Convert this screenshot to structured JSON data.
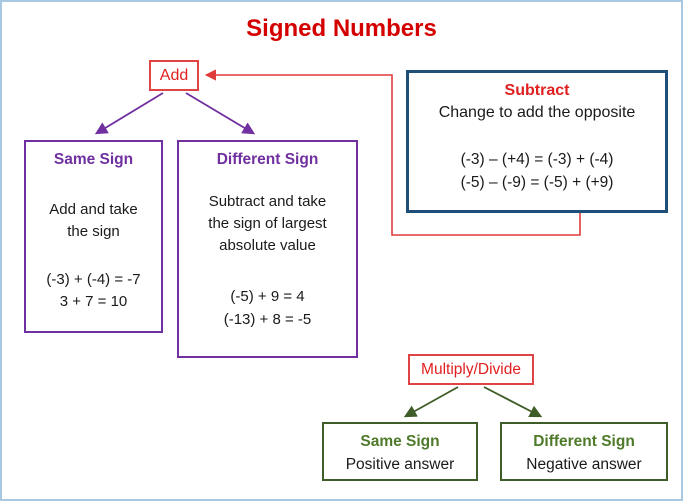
{
  "title": "Signed Numbers",
  "colors": {
    "red": "#e02020",
    "purple": "#7030a0",
    "green_border": "#3f5d28",
    "green_text": "#4e7a2a",
    "navy": "#1f4e79",
    "frame": "#a9c7de"
  },
  "add": {
    "label": "Add"
  },
  "subtract": {
    "title": "Subtract",
    "subtitle": "Change to add the opposite",
    "equations": [
      "(-3) – (+4) = (-3) + (-4)",
      "(-5) – (-9) = (-5) + (+9)"
    ]
  },
  "add_same_sign": {
    "title": "Same Sign",
    "rule_lines": [
      "Add and take",
      "the sign"
    ],
    "equations": [
      "(-3) + (-4) = -7",
      "3 + 7 = 10"
    ]
  },
  "add_different_sign": {
    "title": "Different Sign",
    "rule_lines": [
      "Subtract and take",
      "the sign of largest",
      "absolute value"
    ],
    "equations": [
      "(-5) + 9 = 4",
      "(-13) + 8 = -5"
    ]
  },
  "multiply_divide": {
    "label": "Multiply/Divide"
  },
  "md_same_sign": {
    "title": "Same Sign",
    "answer": "Positive answer"
  },
  "md_different_sign": {
    "title": "Different Sign",
    "answer": "Negative answer"
  }
}
